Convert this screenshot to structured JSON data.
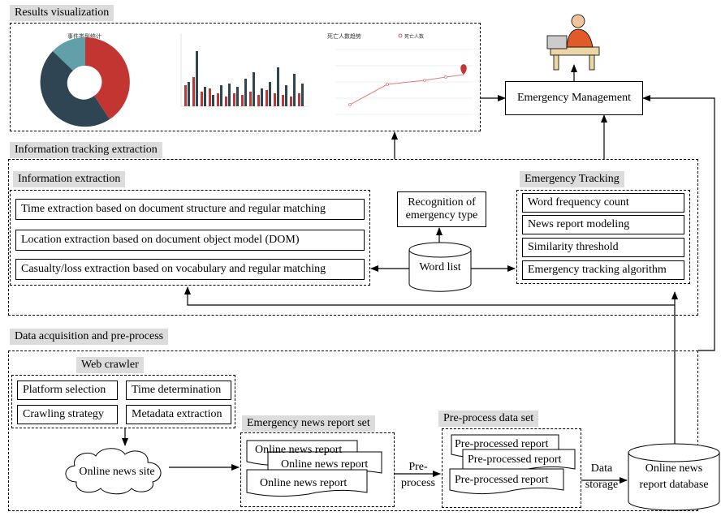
{
  "sections": {
    "results": "Results visualization",
    "tracking_extraction": "Information tracking extraction",
    "information_extraction": "Information extraction",
    "emergency_tracking": "Emergency Tracking",
    "acquisition": "Data acquisition and pre-process",
    "web_crawler": "Web crawler",
    "news_set": "Emergency news report set",
    "preprocess_set": "Pre-process data set"
  },
  "emergency_management": "Emergency Management",
  "recognition": [
    "Recognition of",
    "emergency type"
  ],
  "word_list": "Word list",
  "extraction_items": [
    "Time extraction based on document structure and regular matching",
    "Location extraction based on document object model (DOM)",
    "Casualty/loss extraction based on vocabulary and regular matching"
  ],
  "tracking_items": [
    "Word frequency count",
    "News report modeling",
    "Similarity threshold",
    "Emergency tracking algorithm"
  ],
  "crawler_items": [
    "Platform selection",
    "Time determination",
    "Crawling strategy",
    "Metadata extraction"
  ],
  "online_news_site": "Online news site",
  "news_reports": [
    "Online news report",
    "Online news report",
    "Online news report"
  ],
  "preprocessed_reports": [
    "Pre-processed report",
    "Pre-processed report",
    "Pre-processed report"
  ],
  "edge_labels": {
    "preprocess": [
      "Pre-",
      "process"
    ],
    "storage": [
      "Data",
      "storage"
    ]
  },
  "database": [
    "Online news",
    "report database"
  ],
  "mini_charts": {
    "pie_title": "事件类型统计",
    "line_title": "死亡人数趋势",
    "line_legend": "死亡人数"
  }
}
